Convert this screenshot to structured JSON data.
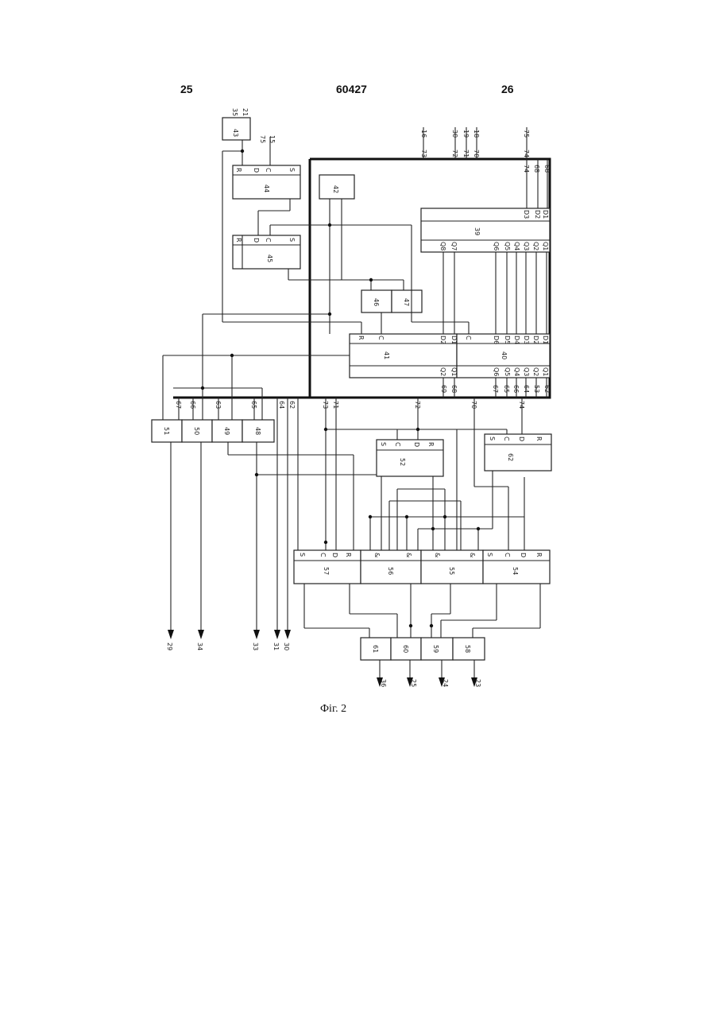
{
  "header": {
    "page_left": "25",
    "doc_number": "60427",
    "page_right": "26"
  },
  "caption": "Фіг. 2",
  "blocks": [
    {
      "id": "43",
      "pins": []
    },
    {
      "id": "44",
      "pins": [
        "R",
        "D",
        "C",
        "S"
      ]
    },
    {
      "id": "45",
      "pins": [
        "R",
        "D",
        "C",
        "S"
      ]
    },
    {
      "id": "42",
      "pins": []
    },
    {
      "id": "39",
      "pins": [
        "D1",
        "D2",
        "D3",
        "Q1",
        "Q2",
        "Q3",
        "Q4",
        "Q5",
        "Q6",
        "Q7",
        "Q8"
      ]
    },
    {
      "id": "46",
      "pins": []
    },
    {
      "id": "47",
      "pins": []
    },
    {
      "id": "41",
      "pins": [
        "R",
        "C",
        "D1",
        "D2",
        "Q1",
        "Q2"
      ]
    },
    {
      "id": "40",
      "pins": [
        "C",
        "D1",
        "D2",
        "D3",
        "D4",
        "D5",
        "D6",
        "Q1",
        "Q2",
        "Q3",
        "Q4",
        "Q5",
        "Q6"
      ]
    },
    {
      "id": "48",
      "pins": []
    },
    {
      "id": "49",
      "pins": []
    },
    {
      "id": "50",
      "pins": []
    },
    {
      "id": "51",
      "pins": []
    },
    {
      "id": "52",
      "pins": [
        "S",
        "C",
        "D",
        "R"
      ]
    },
    {
      "id": "62",
      "pins": [
        "S",
        "C",
        "D",
        "R"
      ]
    },
    {
      "id": "54",
      "pins": [
        "S",
        "C",
        "D",
        "R"
      ]
    },
    {
      "id": "55",
      "pins": [
        "&",
        "&"
      ]
    },
    {
      "id": "56",
      "pins": [
        "&",
        "&"
      ]
    },
    {
      "id": "57",
      "pins": [
        "S",
        "C",
        "D",
        "R"
      ]
    },
    {
      "id": "58",
      "pins": []
    },
    {
      "id": "59",
      "pins": []
    },
    {
      "id": "60",
      "pins": []
    },
    {
      "id": "61",
      "pins": []
    }
  ],
  "signal_labels": {
    "top_inputs": [
      "16",
      "73",
      "30",
      "72",
      "19",
      "71",
      "18",
      "70",
      "75",
      "74",
      "68"
    ],
    "block43_inputs": [
      "21",
      "35"
    ],
    "block44_inputs": [
      "15",
      "75"
    ],
    "bus_right": [
      "74",
      "68",
      "53",
      "62",
      "64",
      "66",
      "65",
      "67",
      "68",
      "69"
    ],
    "bus_lower": [
      "67",
      "66",
      "63",
      "65",
      "64",
      "62",
      "73",
      "71",
      "72",
      "70",
      "74"
    ],
    "outputs_left": [
      "29",
      "34",
      "33",
      "31",
      "30"
    ],
    "outputs_bottom": [
      "36",
      "25",
      "24",
      "23"
    ]
  }
}
